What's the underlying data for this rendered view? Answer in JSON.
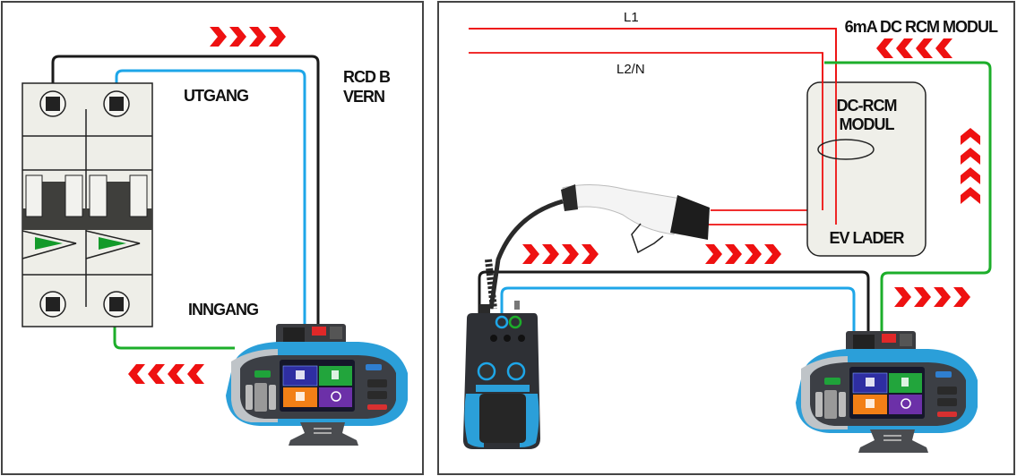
{
  "left_panel": {
    "label_output": "UTGANG",
    "label_input": "INNGANG",
    "label_rcd_line1": "RCD B",
    "label_rcd_line2": "VERN"
  },
  "right_panel": {
    "label_l1": "L1",
    "label_l2n": "L2/N",
    "label_module_title": "6mA DC RCM MODUL",
    "box_label_line1": "DC-RCM",
    "box_label_line2": "MODUL",
    "box_label_bottom": "EV LADER"
  },
  "colors": {
    "arrow": "#ee1111",
    "wire_black": "#1a1a1a",
    "wire_blue": "#1ea6e8",
    "wire_green": "#1cae2a",
    "wire_red": "#ee1111",
    "tester_blue": "#2b9fd9"
  },
  "icons": {
    "arrow": "chevron-icon",
    "tester": "installation-tester-icon",
    "adapter": "ev-test-adapter-icon",
    "plug": "ev-charging-plug-icon",
    "breaker": "circuit-breaker-icon"
  }
}
